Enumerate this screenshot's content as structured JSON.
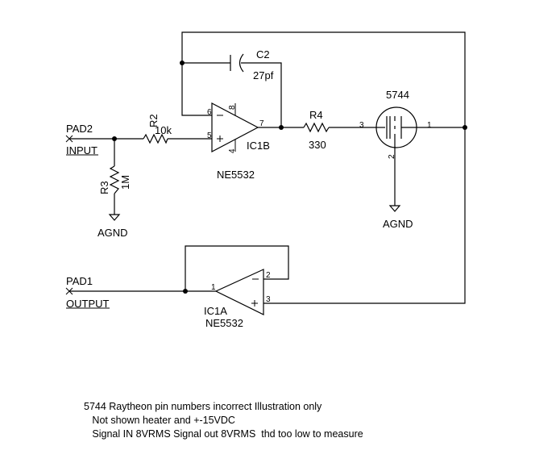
{
  "pads": {
    "pad2": {
      "name": "PAD2",
      "signal": "INPUT"
    },
    "pad1": {
      "name": "PAD1",
      "signal": "OUTPUT"
    }
  },
  "components": {
    "r2": {
      "ref": "R2",
      "value": "10k"
    },
    "r3": {
      "ref": "R3",
      "value": "1M"
    },
    "r4": {
      "ref": "R4",
      "value": "330"
    },
    "c2": {
      "ref": "C2",
      "value": "27pf"
    },
    "ic1b": {
      "ref": "IC1B",
      "part": "NE5532",
      "pins": {
        "inv": "6",
        "noninv": "5",
        "out": "7",
        "top": "8",
        "bottom": "4"
      }
    },
    "ic1a": {
      "ref": "IC1A",
      "part": "NE5532",
      "pins": {
        "inv": "2",
        "noninv": "3",
        "out": "1"
      }
    },
    "tube": {
      "ref": "5744",
      "pins": {
        "left": "3",
        "right": "1",
        "bottom": "2"
      }
    }
  },
  "grounds": {
    "g1": "AGND",
    "g2": "AGND"
  },
  "notes": [
    "5744 Raytheon pin numbers incorrect  Illustration only",
    "   Not shown heater and +-15VDC",
    "   Signal IN 8VRMS Signal out 8VRMS  thd too low to measure"
  ]
}
